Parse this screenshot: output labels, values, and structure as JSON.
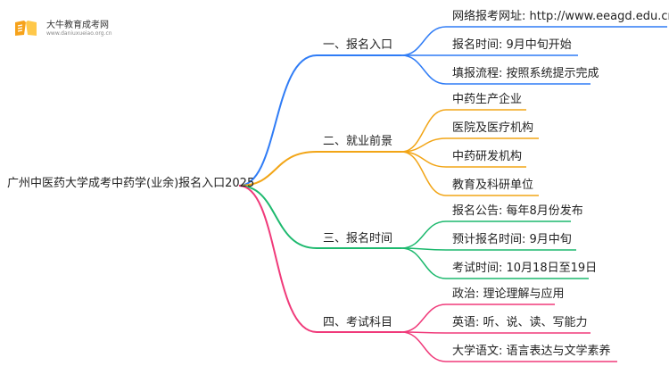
{
  "logo": {
    "title": "大牛教育成考网",
    "url": "www.daniuxueiao.org.cn"
  },
  "root": {
    "label": "广州中医药大学成考中药学(业余)报名入口2025"
  },
  "colors": {
    "branch0": "#2f7cf6",
    "branch1": "#f2a516",
    "branch2": "#1db96e",
    "branch3": "#f03a7a"
  },
  "branches": [
    {
      "label": "一、报名入口",
      "leaves": [
        "网络报考网址: http://www.eeagd.edu.cn/cr",
        "报名时间: 9月中旬开始",
        "填报流程: 按照系统提示完成"
      ]
    },
    {
      "label": "二、就业前景",
      "leaves": [
        "中药生产企业",
        "医院及医疗机构",
        "中药研发机构",
        "教育及科研单位"
      ]
    },
    {
      "label": "三、报名时间",
      "leaves": [
        "报名公告: 每年8月份发布",
        "预计报名时间: 9月中旬",
        "考试时间: 10月18日至19日"
      ]
    },
    {
      "label": "四、考试科目",
      "leaves": [
        "政治: 理论理解与应用",
        "英语: 听、说、读、写能力",
        "大学语文: 语言表达与文学素养"
      ]
    }
  ]
}
